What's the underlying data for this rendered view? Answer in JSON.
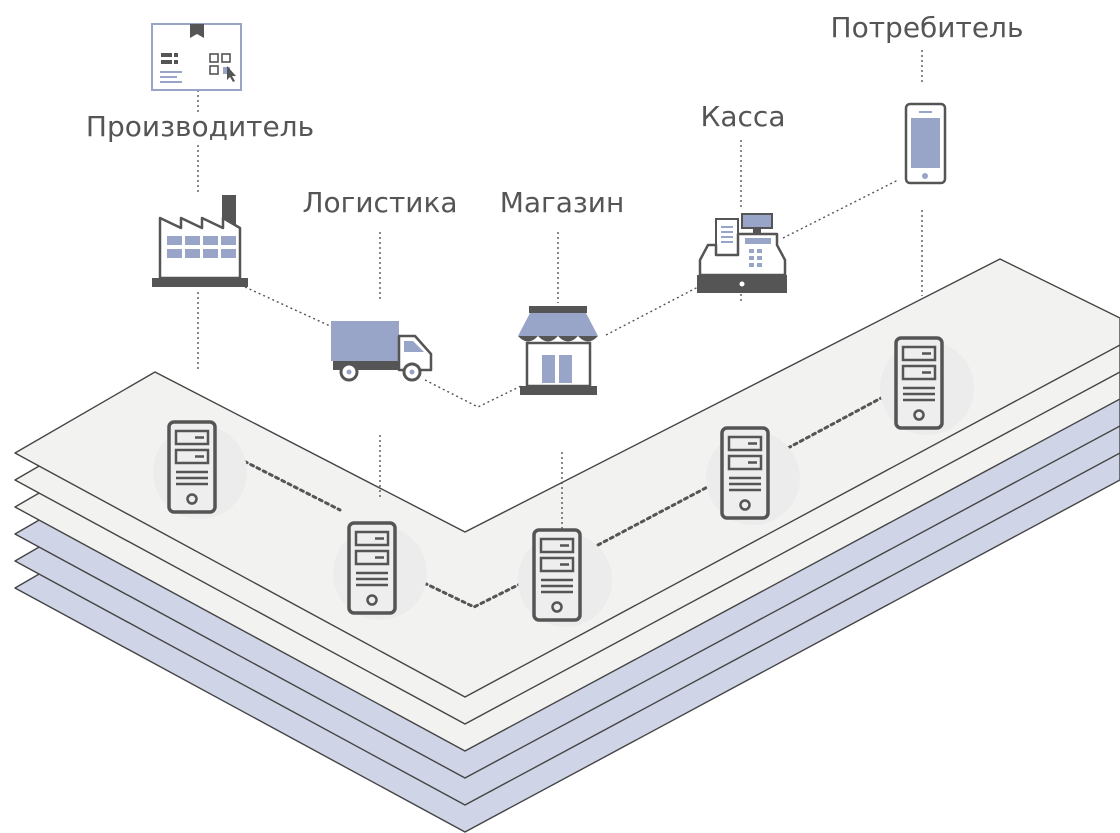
{
  "labels": {
    "producer": "Производитель",
    "logistics": "Логистика",
    "shop": "Магазин",
    "cashier": "Касса",
    "consumer": "Потребитель"
  },
  "colors": {
    "accent": "#98a4c8",
    "dark": "#555555",
    "sheet_light": "#f2f2f0",
    "sheet_blue": "#cfd4e7",
    "outline": "#444444"
  },
  "icons": {
    "package": "package-icon",
    "factory": "factory-icon",
    "truck": "truck-icon",
    "shop": "shop-icon",
    "cash_register": "cash-register-icon",
    "phone": "smartphone-icon",
    "server": "server-icon"
  }
}
